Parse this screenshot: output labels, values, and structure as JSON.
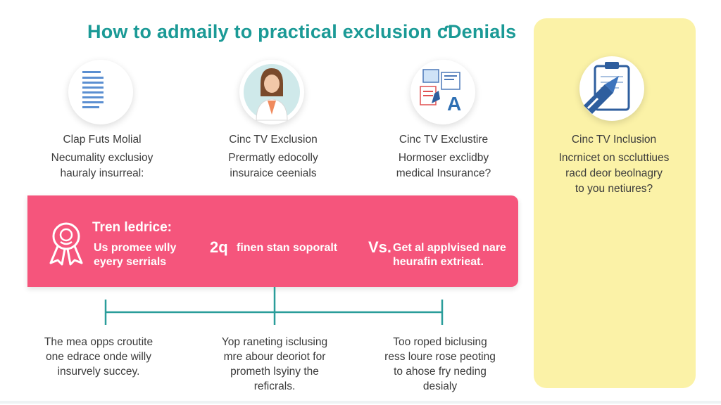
{
  "title": "How to admaily to practical exclusion ƈDenials",
  "columns": [
    {
      "icon": "document-list-icon",
      "heading": "Clap Futs Molial",
      "lines": [
        "Necumality exclusioy",
        "hauraly insurreal:"
      ]
    },
    {
      "icon": "doctor-avatar-icon",
      "heading": "Cinc TV Exclusion",
      "lines": [
        "Prermatly edocolly",
        "insuraice ceenials"
      ]
    },
    {
      "icon": "forms-letter-a-icon",
      "heading": "Cinc TV Exclustire",
      "lines": [
        "Hormoser exclidby",
        "medical Insurance?"
      ]
    },
    {
      "icon": "clipboard-pen-icon",
      "heading": "Cinc TV Inclusion",
      "lines": [
        "Incrnicet on sccluttiues",
        "racd deor beolnagry",
        "to you netiures?"
      ]
    }
  ],
  "band": {
    "icon": "badge-ribbon-icon",
    "heading": "Tren ledrice:",
    "left_lines": [
      "Us promee wlly",
      "eyery serrials"
    ],
    "middle_prefix": "2q",
    "middle_text": "finen stan soporalt",
    "right_prefix": "Vs.",
    "right_lines": [
      "Get al applvised nare",
      "heurafin extrieat."
    ]
  },
  "bottom": [
    [
      "The mea opps croutite",
      "one edrace onde willy",
      "insurvely succey."
    ],
    [
      "Yop raneting isclusing",
      "mre abour deoriot for",
      "prometh lsyiny the",
      "reficrals."
    ],
    [
      "Too roped biclusing",
      "ress loure rose peoting",
      "to ahose fry neding",
      "desialy"
    ]
  ],
  "colors": {
    "title": "#1b9a96",
    "band": "#f5557c",
    "panel": "#fbf2a7",
    "timeline": "#2a9d9a"
  }
}
